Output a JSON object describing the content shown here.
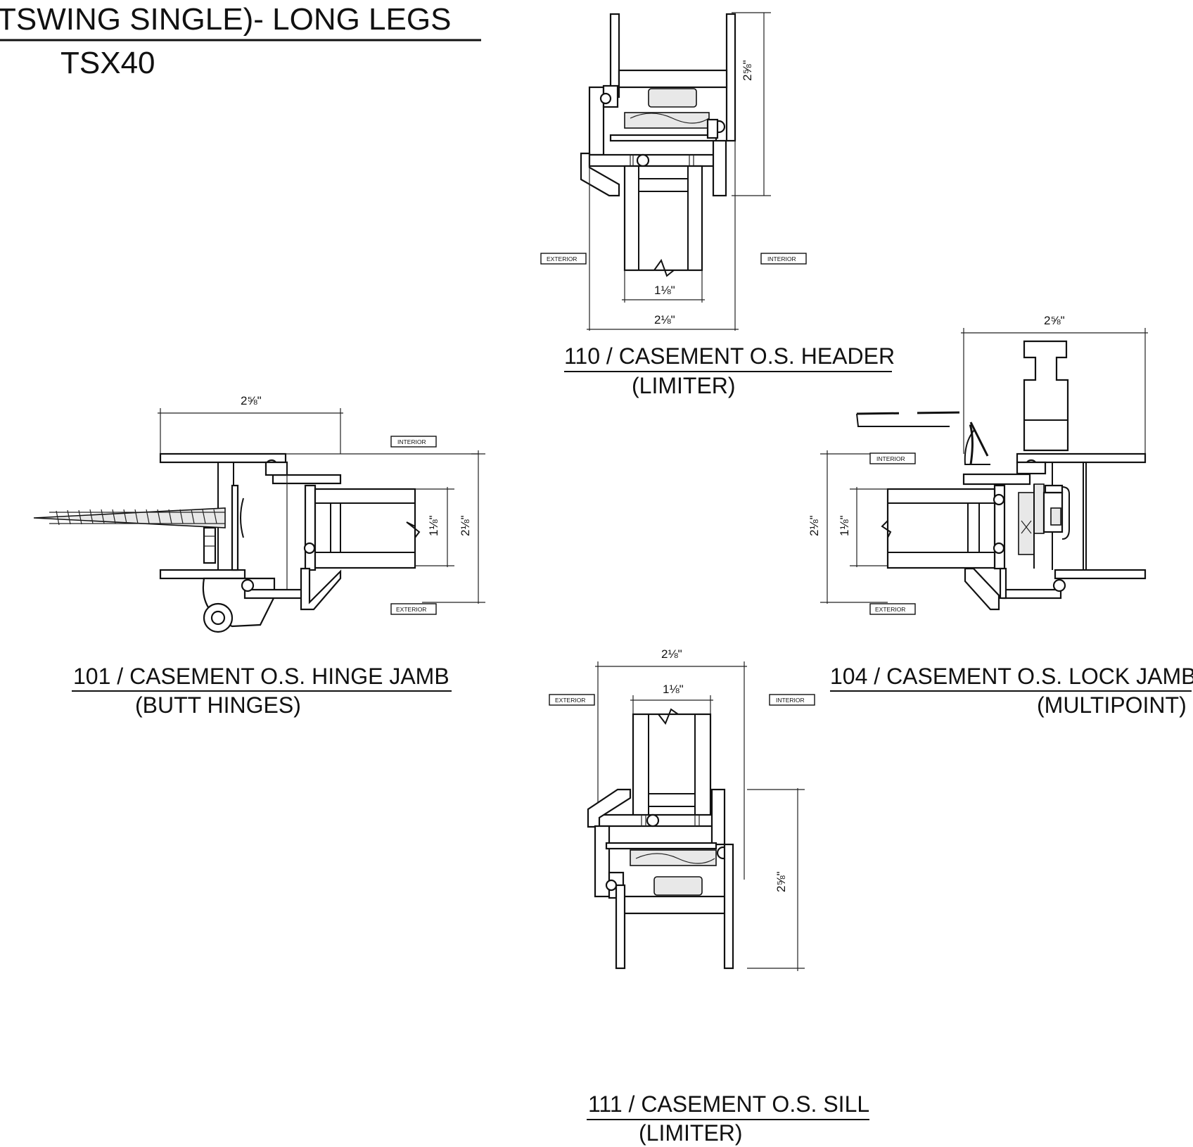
{
  "title": {
    "line1": "TSWING SINGLE)- LONG LEGS",
    "line2": "TSX40"
  },
  "details": {
    "header": {
      "caption": "110 / CASEMENT O.S. HEADER",
      "sub": "(LIMITER)",
      "tag_left": "EXTERIOR",
      "tag_right": "INTERIOR",
      "dim_height": "2⅝\"",
      "dim_inner": "1⅛\"",
      "dim_outer": "2⅛\""
    },
    "hinge_jamb": {
      "caption": "101 / CASEMENT O.S. HINGE JAMB",
      "sub": "(BUTT HINGES)",
      "tag_top": "INTERIOR",
      "tag_bottom": "EXTERIOR",
      "dim_width": "2⅝\"",
      "dim_inner": "1⅛\"",
      "dim_outer": "2⅛\""
    },
    "lock_jamb": {
      "caption": "104 / CASEMENT O.S. LOCK JAMB",
      "sub": "(MULTIPOINT)",
      "tag_top": "INTERIOR",
      "tag_bottom": "EXTERIOR",
      "dim_width": "2⅝\"",
      "dim_inner": "1⅛\"",
      "dim_outer": "2⅛\""
    },
    "sill": {
      "caption": "111 / CASEMENT O.S. SILL",
      "sub": "(LIMITER)",
      "tag_left": "EXTERIOR",
      "tag_right": "INTERIOR",
      "dim_outer": "2⅛\"",
      "dim_inner": "1⅛\"",
      "dim_height": "2⅝\""
    }
  }
}
